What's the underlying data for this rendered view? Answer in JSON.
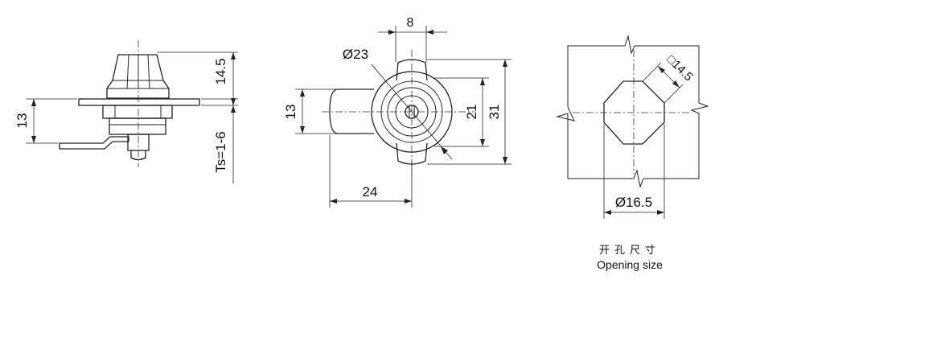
{
  "side_view": {
    "dim_height_top": "14.5",
    "dim_height_left": "13",
    "dim_thickness": "Ts=1-6"
  },
  "front_view": {
    "dim_width_top": "8",
    "dim_diameter": "Ø23",
    "dim_cam_height": "13",
    "dim_inner_height": "21",
    "dim_outer_height": "31",
    "dim_length": "24"
  },
  "opening_view": {
    "dim_square": "□14.5",
    "dim_diameter": "Ø16.5",
    "caption_cn": "开孔尺寸",
    "caption_en": "Opening size"
  }
}
